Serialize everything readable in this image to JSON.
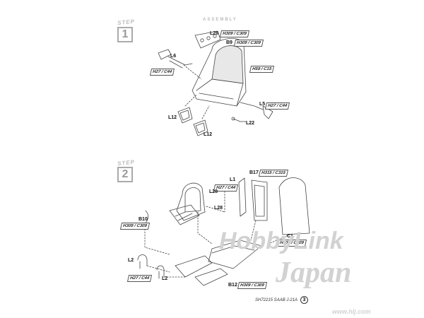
{
  "header": {
    "assembly": "ASSEMBLY"
  },
  "steps": [
    {
      "label": "STEP",
      "number": "1"
    },
    {
      "label": "STEP",
      "number": "2"
    }
  ],
  "step1": {
    "L26": "L26",
    "L26_code": "H309 / C309",
    "B9": "B9",
    "B9_code": "H309 / C309",
    "seat_code": "H59 / C15",
    "L6": "L6",
    "L6_code": "H27 / C44",
    "L5": "L5",
    "L5_code": "H27 / C44",
    "L12a": "L12",
    "L12b": "L12",
    "L22": "L22"
  },
  "step2": {
    "B17": "B17",
    "B17_code": "H315 / C315",
    "L1": "L1",
    "L1_code": "H27 / C44",
    "L28a": "L28",
    "L28b": "L28",
    "B10": "B10",
    "B10_code": "H309 / C309",
    "C1": "C1",
    "C1_code": "H309 / C309",
    "L2a": "L2",
    "L2b": "L2",
    "L2_code": "H27 / C44",
    "B12": "B12",
    "B12_code": "H309 / C309"
  },
  "footer": {
    "product": "SH72215  SAAB J-21A",
    "page": "3"
  },
  "watermark": {
    "brand": "HobbyLink",
    "sub": "Japan",
    "url": "www.hlj.com"
  }
}
